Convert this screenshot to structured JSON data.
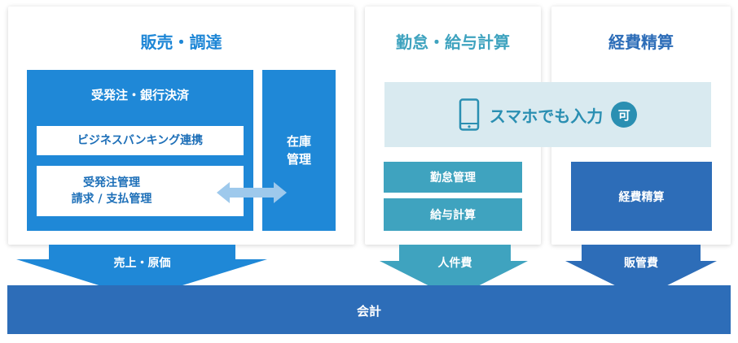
{
  "colors": {
    "sales_blue": "#1f88d7",
    "sales_title": "#1d86d6",
    "payroll_teal": "#3fa3bf",
    "expense_blue": "#2d6db8",
    "accounting_blue": "#2d6db8",
    "mobile_bg": "#d9eaf0",
    "mobile_text": "#2a8fb2",
    "sync_arrow": "#9ec9ec"
  },
  "sales": {
    "title": "販売・調達",
    "order_box": {
      "title": "受発注・銀行決済",
      "banking": "ビジネスバンキング連携",
      "mgmt_line1": "受発注管理",
      "mgmt_line2": "請求 / 支払管理"
    },
    "inventory_line1": "在庫",
    "inventory_line2": "管理",
    "arrow_label": "売上・原価"
  },
  "payroll": {
    "title": "勤怠・給与計算",
    "mobile_text": "スマホでも入力",
    "mobile_badge": "可",
    "icon": "smartphone-icon",
    "attendance": "勤怠管理",
    "salary": "給与計算",
    "arrow_label": "人件費"
  },
  "expense": {
    "title": "経費精算",
    "box": "経費精算",
    "arrow_label": "販管費"
  },
  "accounting": {
    "label": "会計"
  }
}
